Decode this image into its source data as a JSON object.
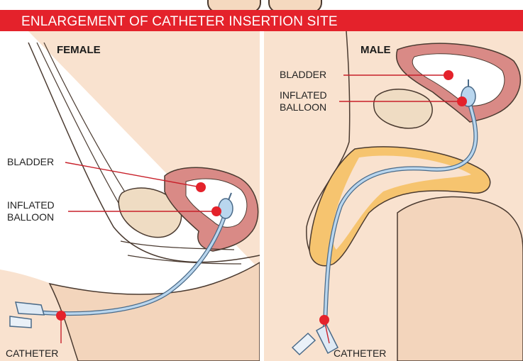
{
  "banner": {
    "title": "ENLARGEMENT OF CATHETER INSERTION SITE"
  },
  "female": {
    "title": "FEMALE",
    "bladder_label": "BLADDER",
    "balloon_label_line1": "INFLATED",
    "balloon_label_line2": "BALLOON",
    "catheter_label": "CATHETER"
  },
  "male": {
    "title": "MALE",
    "bladder_label": "BLADDER",
    "balloon_label_line1": "INFLATED",
    "balloon_label_line2": "BALLOON",
    "catheter_label": "CATHETER"
  },
  "colors": {
    "banner": "#e4222b",
    "skin": "#f9e2cf",
    "skin_shadow": "#f1cfb3",
    "bladder_wall": "#d98a86",
    "bone": "#efdcc3",
    "fat": "#f6c46f",
    "catheter": "#b9d6ee",
    "marker": "#e4222b",
    "leader_line": "#c8202a"
  }
}
